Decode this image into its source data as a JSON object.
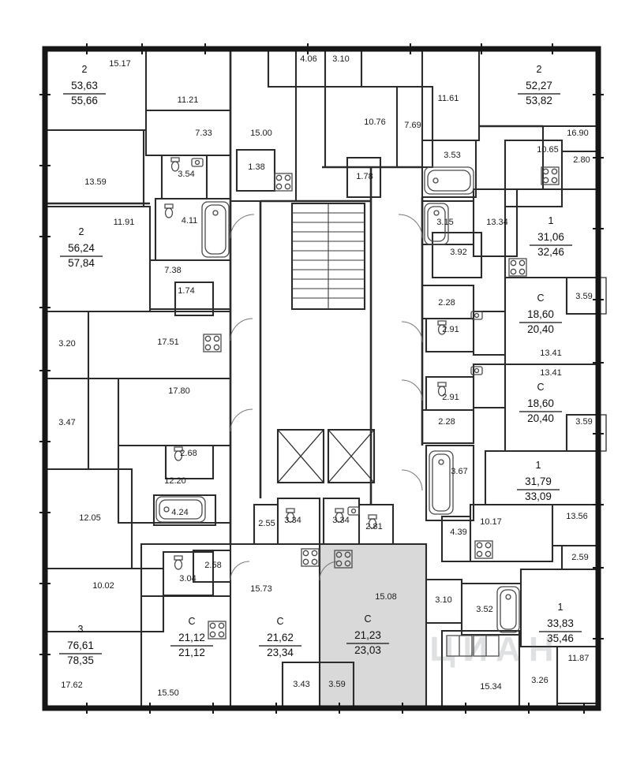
{
  "plan": {
    "watermark": "ЦИАН",
    "wall_color": "#161616",
    "highlight_color": "#d9d9d9"
  },
  "apartments": [
    {
      "type": "2",
      "living": "53,63",
      "total": "55,66"
    },
    {
      "type": "2",
      "living": "52,27",
      "total": "53,82"
    },
    {
      "type": "2",
      "living": "56,24",
      "total": "57,84"
    },
    {
      "type": "1",
      "living": "31,06",
      "total": "32,46"
    },
    {
      "type": "С",
      "living": "18,60",
      "total": "20,40"
    },
    {
      "type": "С",
      "living": "18,60",
      "total": "20,40"
    },
    {
      "type": "1",
      "living": "31,79",
      "total": "33,09"
    },
    {
      "type": "1",
      "living": "33,83",
      "total": "35,46"
    },
    {
      "type": "3",
      "living": "76,61",
      "total": "78,35"
    },
    {
      "type": "С",
      "living": "21,12",
      "total": "21,12"
    },
    {
      "type": "С",
      "living": "21,62",
      "total": "23,34"
    },
    {
      "type": "С",
      "living": "21,23",
      "total": "23,03"
    }
  ],
  "rooms": [
    "15.17",
    "11.21",
    "4.06",
    "3.10",
    "11.61",
    "10.76",
    "7.69",
    "16.90",
    "7.33",
    "15.00",
    "10.65",
    "2.80",
    "3.53",
    "13.59",
    "3.54",
    "1.38",
    "1.78",
    "4.11",
    "3.15",
    "13.34",
    "11.91",
    "3.92",
    "7.38",
    "1.74",
    "2.28",
    "3.59",
    "2.91",
    "13.41",
    "13.41",
    "3.20",
    "17.51",
    "2.91",
    "17.80",
    "3.47",
    "2.28",
    "3.59",
    "2.68",
    "3.67",
    "12.20",
    "4.24",
    "12.05",
    "2.55",
    "3.34",
    "3.34",
    "2.81",
    "4.39",
    "10.17",
    "13.56",
    "2.59",
    "2.58",
    "3.04",
    "10.02",
    "15.73",
    "15.08",
    "3.10",
    "3.52",
    "17.62",
    "15.50",
    "3.43",
    "3.59",
    "15.34",
    "3.26",
    "11.87"
  ]
}
